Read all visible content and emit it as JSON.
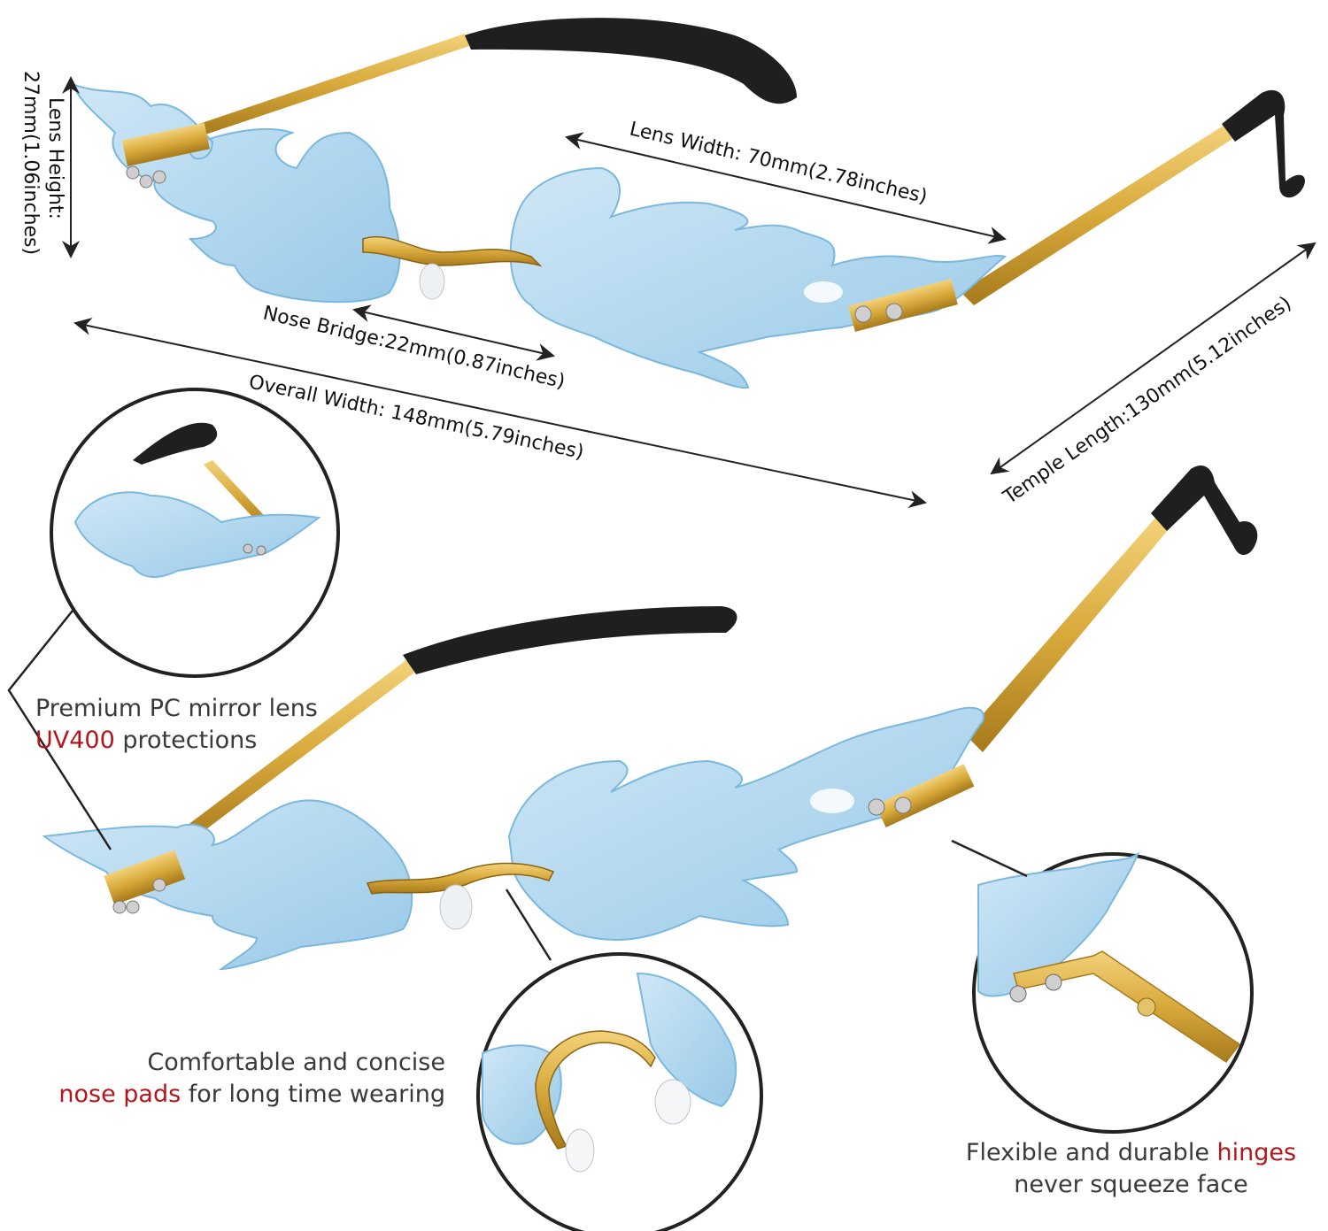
{
  "dimensions": {
    "lens_height": "Lens Height:",
    "lens_height_value": "27mm(1.06inches)",
    "lens_width": "Lens Width: 70mm(2.78inches)",
    "nose_bridge": "Nose Bridge:22mm(0.87inches)",
    "overall_width": "Overall Width: 148mm(5.79inches)",
    "temple_length": "Temple Length:130mm(5.12inches)"
  },
  "features": {
    "lens": {
      "line1": "Premium PC mirror lens",
      "highlight": "UV400",
      "rest": " protections"
    },
    "nose": {
      "line1": "Comfortable and concise",
      "highlight": "nose pads",
      "rest": " for long time wearing"
    },
    "hinge": {
      "lead": "Flexible and durable ",
      "highlight": "hinges",
      "line2": "never squeeze face"
    }
  },
  "colors": {
    "lens": "#a9d3ec",
    "lens_edge": "#6fb2db",
    "frame_gold": "#d8a93b",
    "temple_tip": "#222222",
    "highlight": "#b3161b",
    "text": "#3a3a3a"
  },
  "icons": [
    "flame-lens-icon",
    "nose-bridge-icon",
    "hinge-screw-icon"
  ]
}
